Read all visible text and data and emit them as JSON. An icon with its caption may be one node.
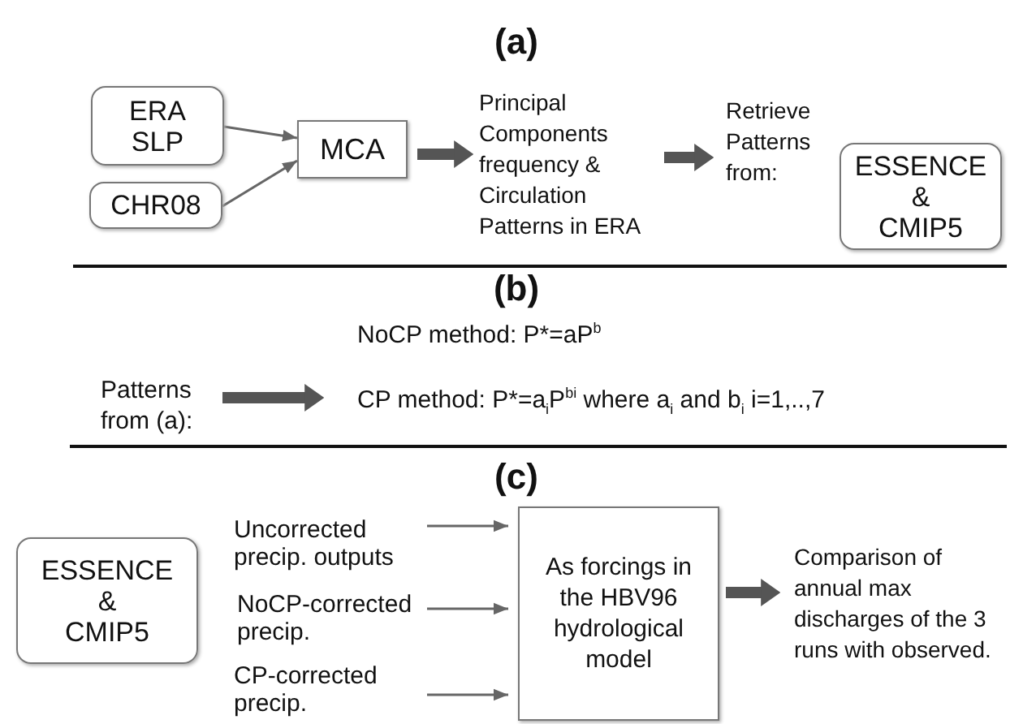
{
  "diagram": {
    "nodes": [
      {
        "text": [
          "ERA SLP"
        ]
      },
      {
        "text": [
          "CHR08"
        ]
      },
      {
        "text": [
          "MCA"
        ]
      },
      {
        "text": [
          "Principal Components frequency & Circulation Patterns in ERA"
        ]
      },
      {
        "text": [
          "Retrieve Patterns from:"
        ]
      },
      {
        "text": [
          "ESSENCE & CMIP5"
        ]
      },
      {
        "text": [
          "Patterns from (a):"
        ]
      },
      {
        "text": [
          "CP method: P*=a$_{i}$P$^{bi}$ where a$_{i}$ and b$_{i}$  i=1,..,7"
        ]
      },
      {
        "text": [
          "ESSENCE & CMIP5"
        ]
      },
      {
        "text": [
          "Uncorrected precip. outputs"
        ]
      },
      {
        "text": [
          "NoCP-corrected precip."
        ]
      },
      {
        "text": [
          "CP-corrected precip."
        ]
      },
      {
        "text": [
          "As forcings in the HBV96 hydrological model"
        ]
      },
      {
        "text": [
          "Comparison of annual max discharges of the 3 runs with observed."
        ]
      }
    ],
    "edges": [
      {
        "from": 0,
        "to": 2,
        "arrow": "to"
      },
      {
        "from": 1,
        "to": 2,
        "arrow": "to"
      },
      {
        "from": 2,
        "to": 3,
        "arrow": "to",
        "style": "thick"
      },
      {
        "from": 3,
        "to": 4,
        "arrow": "to",
        "style": "thick"
      },
      {
        "from": 6,
        "to": 7,
        "arrow": "to",
        "style": "thick"
      },
      {
        "from": 9,
        "to": 12,
        "arrow": "to"
      },
      {
        "from": 10,
        "to": 12,
        "arrow": "to"
      },
      {
        "from": 11,
        "to": 12,
        "arrow": "to"
      },
      {
        "from": 12,
        "to": 13,
        "arrow": "to",
        "style": "thick"
      }
    ],
    "labels": [
      "(a)",
      "(b)",
      "NoCP method: P*=aP$^{b}$",
      "(c)"
    ]
  }
}
